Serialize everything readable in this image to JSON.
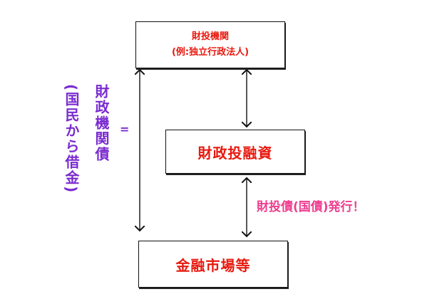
{
  "nodes": {
    "top": {
      "line1": "財投機関",
      "line2": "(例:独立行政法人)"
    },
    "middle": {
      "label": "財政投融資"
    },
    "bottom": {
      "label": "金融市場等"
    }
  },
  "side_labels": {
    "vertical_main": "財政機関債",
    "vertical_paren": "(国民から借金)",
    "equals": "="
  },
  "issue_label": "財投債(国債)発行！",
  "colors": {
    "node_text": "#e8190f",
    "side_text": "#7a2bd0",
    "issue_text": "#ee3d8e",
    "lines": "#111111"
  }
}
